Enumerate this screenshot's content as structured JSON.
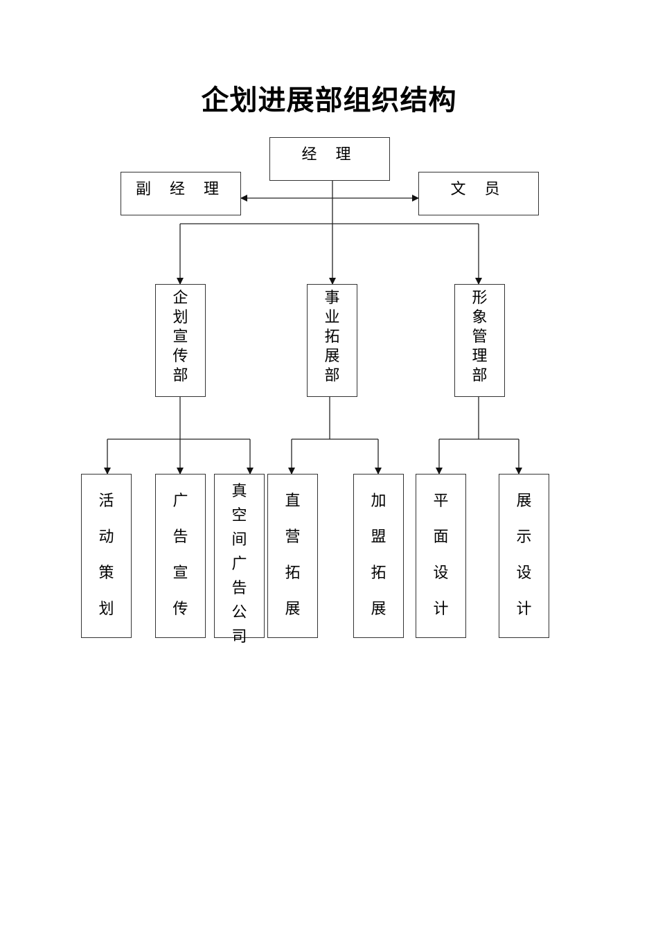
{
  "title": "企划进展部组织结构",
  "top": {
    "manager": "经 理",
    "deputy": "副 经 理",
    "clerk": "文 员"
  },
  "departments": [
    {
      "name": "企划宣传部",
      "chars": [
        "企",
        "划",
        "宣",
        "传",
        "部"
      ]
    },
    {
      "name": "事业拓展部",
      "chars": [
        "事",
        "业",
        "拓",
        "展",
        "部"
      ]
    },
    {
      "name": "形象管理部",
      "chars": [
        "形",
        "象",
        "管",
        "理",
        "部"
      ]
    }
  ],
  "units": [
    {
      "name": "活动策划",
      "chars": [
        "活",
        "动",
        "策",
        "划"
      ]
    },
    {
      "name": "广告宣传",
      "chars": [
        "广",
        "告",
        "宣",
        "传"
      ]
    },
    {
      "name": "真空间广告公司",
      "chars": [
        "真",
        "空",
        "间",
        "广",
        "告",
        "公",
        "司"
      ]
    },
    {
      "name": "直营拓展",
      "chars": [
        "直",
        "营",
        "拓",
        "展"
      ]
    },
    {
      "name": "加盟拓展",
      "chars": [
        "加",
        "盟",
        "拓",
        "展"
      ]
    },
    {
      "name": "平面设计",
      "chars": [
        "平",
        "面",
        "设",
        "计"
      ]
    },
    {
      "name": "展示设计",
      "chars": [
        "展",
        "示",
        "设",
        "计"
      ]
    }
  ]
}
